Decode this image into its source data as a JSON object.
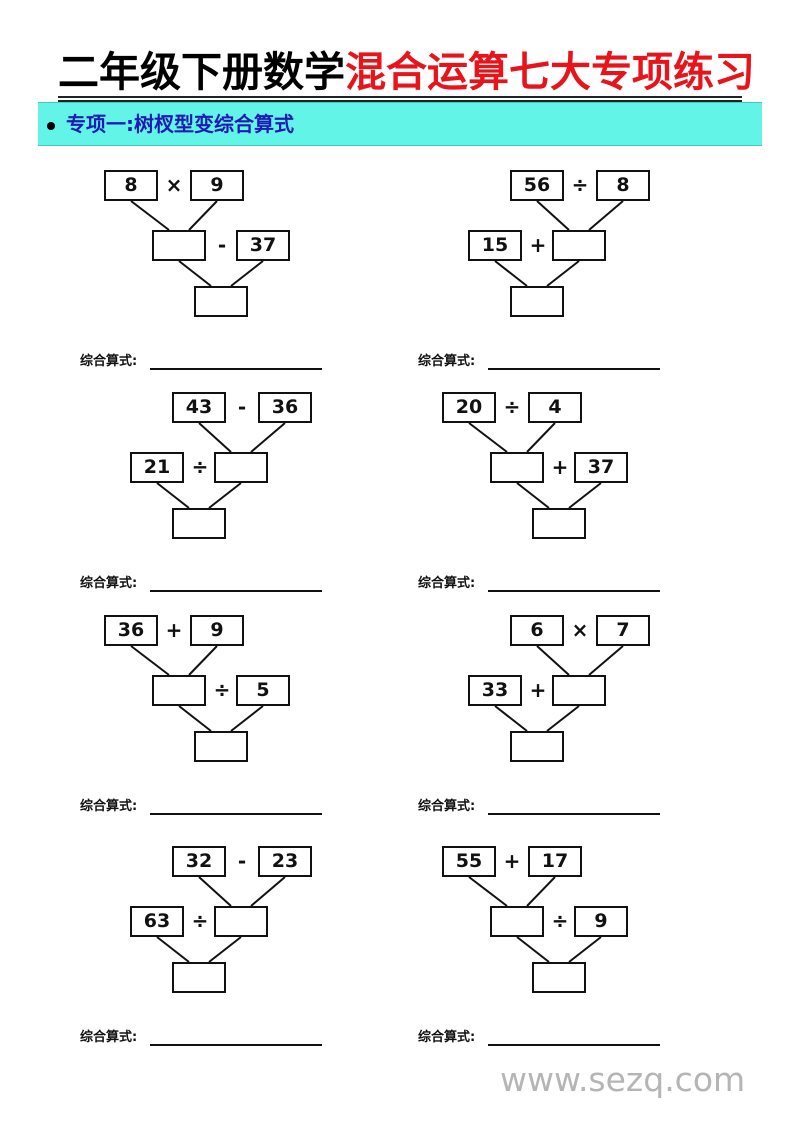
{
  "title": {
    "part1": "二年级下册数学",
    "part2": "混合运算七大专项练习"
  },
  "section_heading": "专项一:树杈型变综合算式",
  "answer_label": "综合算式:",
  "watermark": "www.sezq.com",
  "colors": {
    "title_black": "#000000",
    "title_red": "#e8141b",
    "banner_bg": "#62f4e6",
    "banner_text": "#1f1ab5"
  },
  "problems": [
    {
      "top_left": "8",
      "top_op": "×",
      "top_right": "9",
      "bottom_op": "-",
      "second": "37",
      "second_side": "right"
    },
    {
      "top_left": "56",
      "top_op": "÷",
      "top_right": "8",
      "bottom_op": "+",
      "second": "15",
      "second_side": "left"
    },
    {
      "top_left": "43",
      "top_op": "-",
      "top_right": "36",
      "bottom_op": "÷",
      "second": "21",
      "second_side": "left"
    },
    {
      "top_left": "20",
      "top_op": "÷",
      "top_right": "4",
      "bottom_op": "+",
      "second": "37",
      "second_side": "right"
    },
    {
      "top_left": "36",
      "top_op": "+",
      "top_right": "9",
      "bottom_op": "÷",
      "second": "5",
      "second_side": "right"
    },
    {
      "top_left": "6",
      "top_op": "×",
      "top_right": "7",
      "bottom_op": "+",
      "second": "33",
      "second_side": "left"
    },
    {
      "top_left": "32",
      "top_op": "-",
      "top_right": "23",
      "bottom_op": "÷",
      "second": "63",
      "second_side": "left"
    },
    {
      "top_left": "55",
      "top_op": "+",
      "top_right": "17",
      "bottom_op": "÷",
      "second": "9",
      "second_side": "right"
    }
  ]
}
